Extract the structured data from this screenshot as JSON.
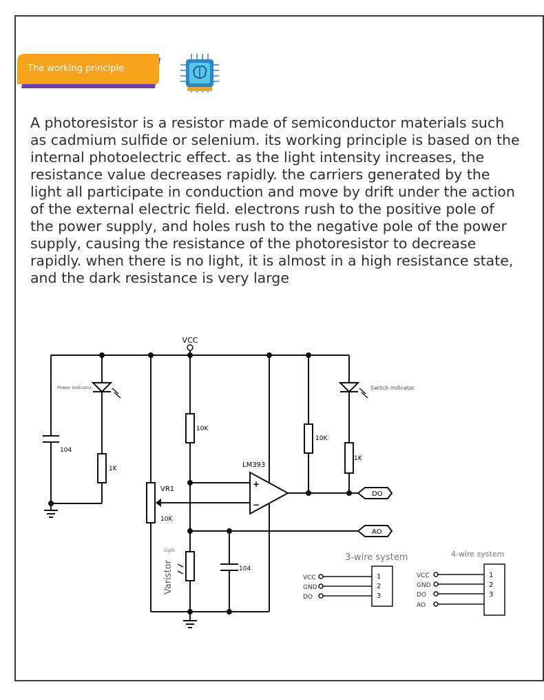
{
  "section": {
    "title": "The working principle",
    "accent_color": "#f7a21b",
    "shadow_color": "#6b3fb0",
    "icon": "brain-chip-icon"
  },
  "description": "A photoresistor is a resistor made of semiconductor materials such as cadmium sulfide or selenium. its working principle is based on the internal photoelectric effect. as the light intensity increases, the resistance value decreases rapidly. the carriers generated by the light all participate in conduction and move by drift under the action of the external electric field. electrons rush to the positive pole of the power supply, and holes rush to the negative pole of the power supply, causing the resistance of the photoresistor to decrease rapidly. when there is no light, it is almost in a high resistance state, and the dark resistance is very large",
  "schematic": {
    "vcc": "VCC",
    "power_indicator": "Power indicator",
    "switch_indicator": "Switch indicator",
    "c1": "104",
    "r_led1": "1K",
    "r_divider": "10K",
    "comparator": "LM393",
    "plus": "+",
    "minus": "−",
    "vr1": "VR1",
    "vr1_value": "10K",
    "r_pullup": "10K",
    "r_led2": "1K",
    "do_label": "DO",
    "ao_label": "AO",
    "light": "Light",
    "varistor": "Varistor",
    "c2": "104"
  },
  "wiring": {
    "three_wire_title": "3-wire system",
    "four_wire_title": "4-wire system",
    "three_wire_pins": [
      "VCC",
      "GND",
      "DO"
    ],
    "three_wire_numbers": [
      "1",
      "2",
      "3"
    ],
    "four_wire_pins": [
      "VCC",
      "GND",
      "DO",
      "AO"
    ],
    "four_wire_numbers": [
      "1",
      "2",
      "3"
    ]
  }
}
